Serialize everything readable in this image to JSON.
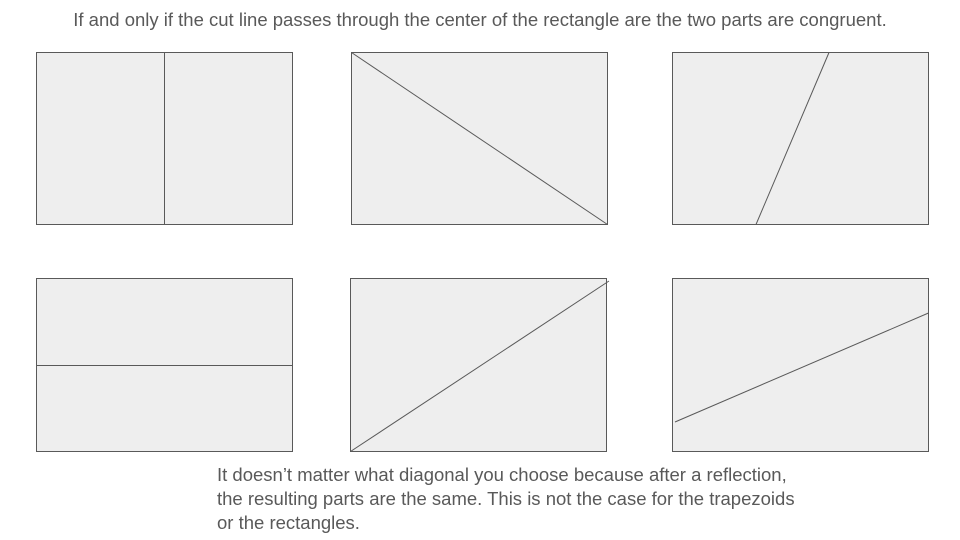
{
  "title": "If and only if the cut line passes through the center of the rectangle are the two parts are congruent.",
  "caption": {
    "lines": [
      "It doesn’t matter what diagonal you choose because after a reflection,",
      "the resulting parts are the same. This is not the case for the trapezoids",
      "or the rectangles."
    ]
  },
  "colors": {
    "rectangle_fill": "#eeeeee",
    "line": "#595959",
    "text": "#595959"
  }
}
